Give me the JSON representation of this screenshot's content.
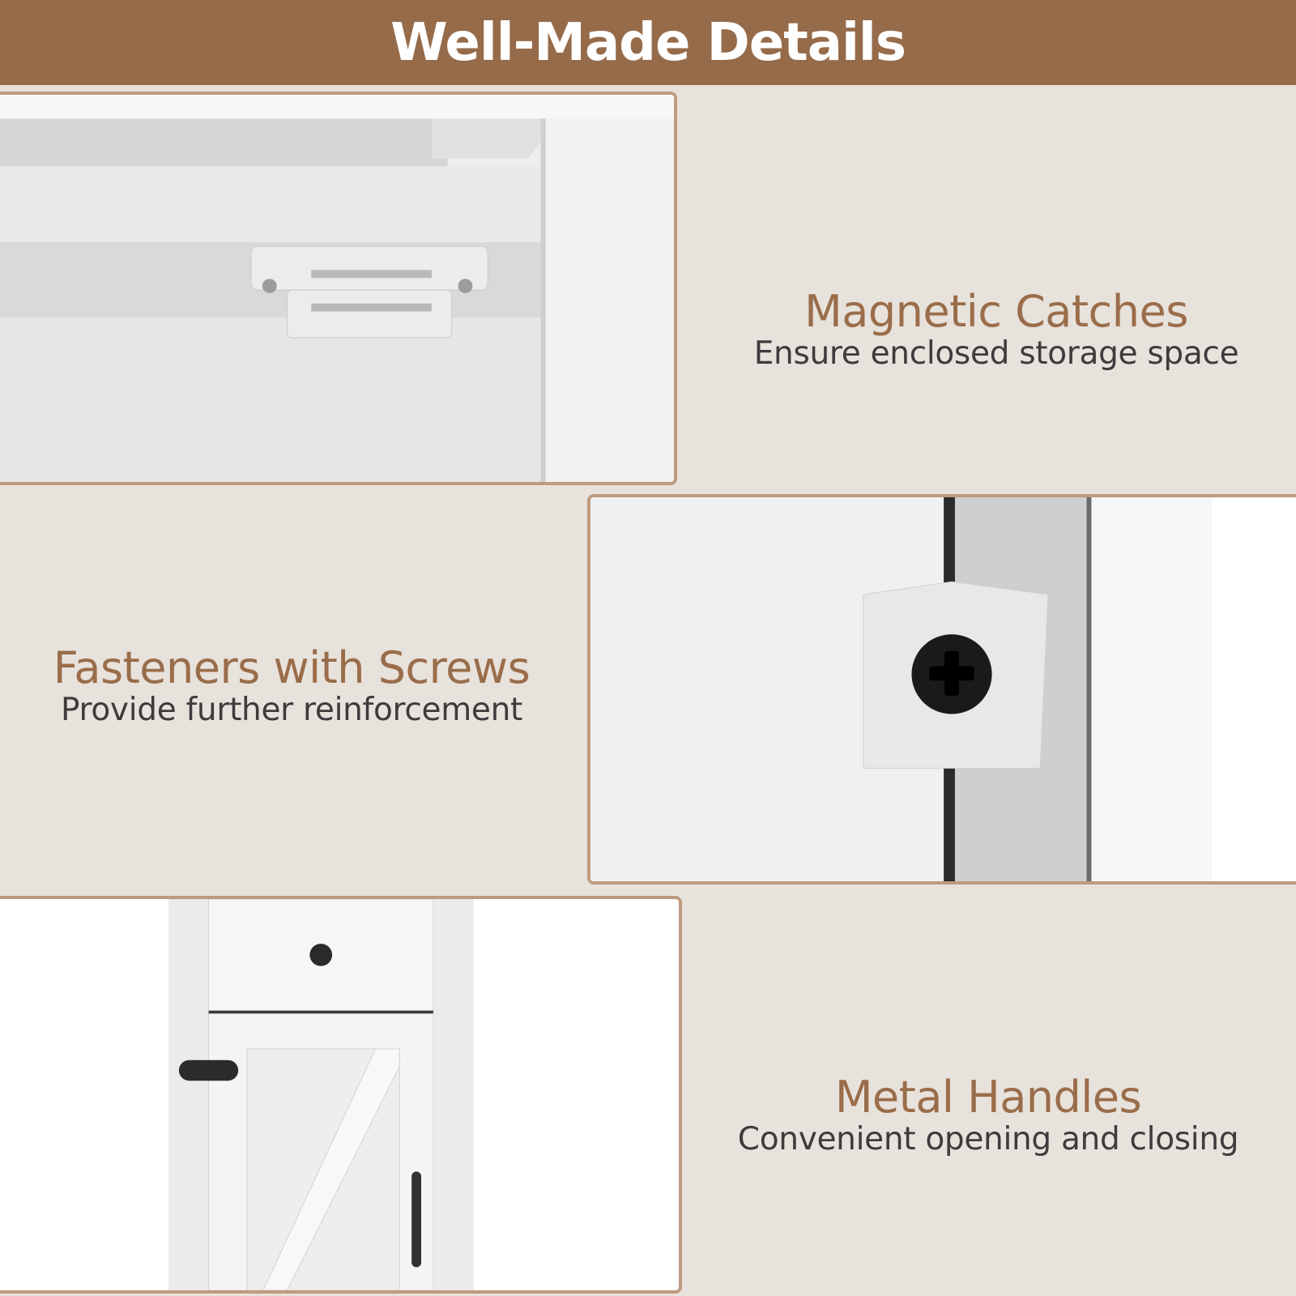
{
  "header": {
    "title": "Well-Made Details"
  },
  "colors": {
    "header_bg": "#966b4a",
    "page_bg": "#e8e2dc",
    "frame_border": "#bd9b81",
    "title_text": "#9a6d4a",
    "body_text": "#3c3c3c"
  },
  "features": [
    {
      "title": "Magnetic Catches",
      "subtitle": "Ensure enclosed storage space",
      "image": "magnetic-catch-closeup"
    },
    {
      "title": "Fasteners with Screws",
      "subtitle": "Provide further reinforcement",
      "image": "screw-fastener-closeup"
    },
    {
      "title": "Metal Handles",
      "subtitle": "Convenient opening and closing",
      "image": "cabinet-handle-closeup"
    }
  ]
}
